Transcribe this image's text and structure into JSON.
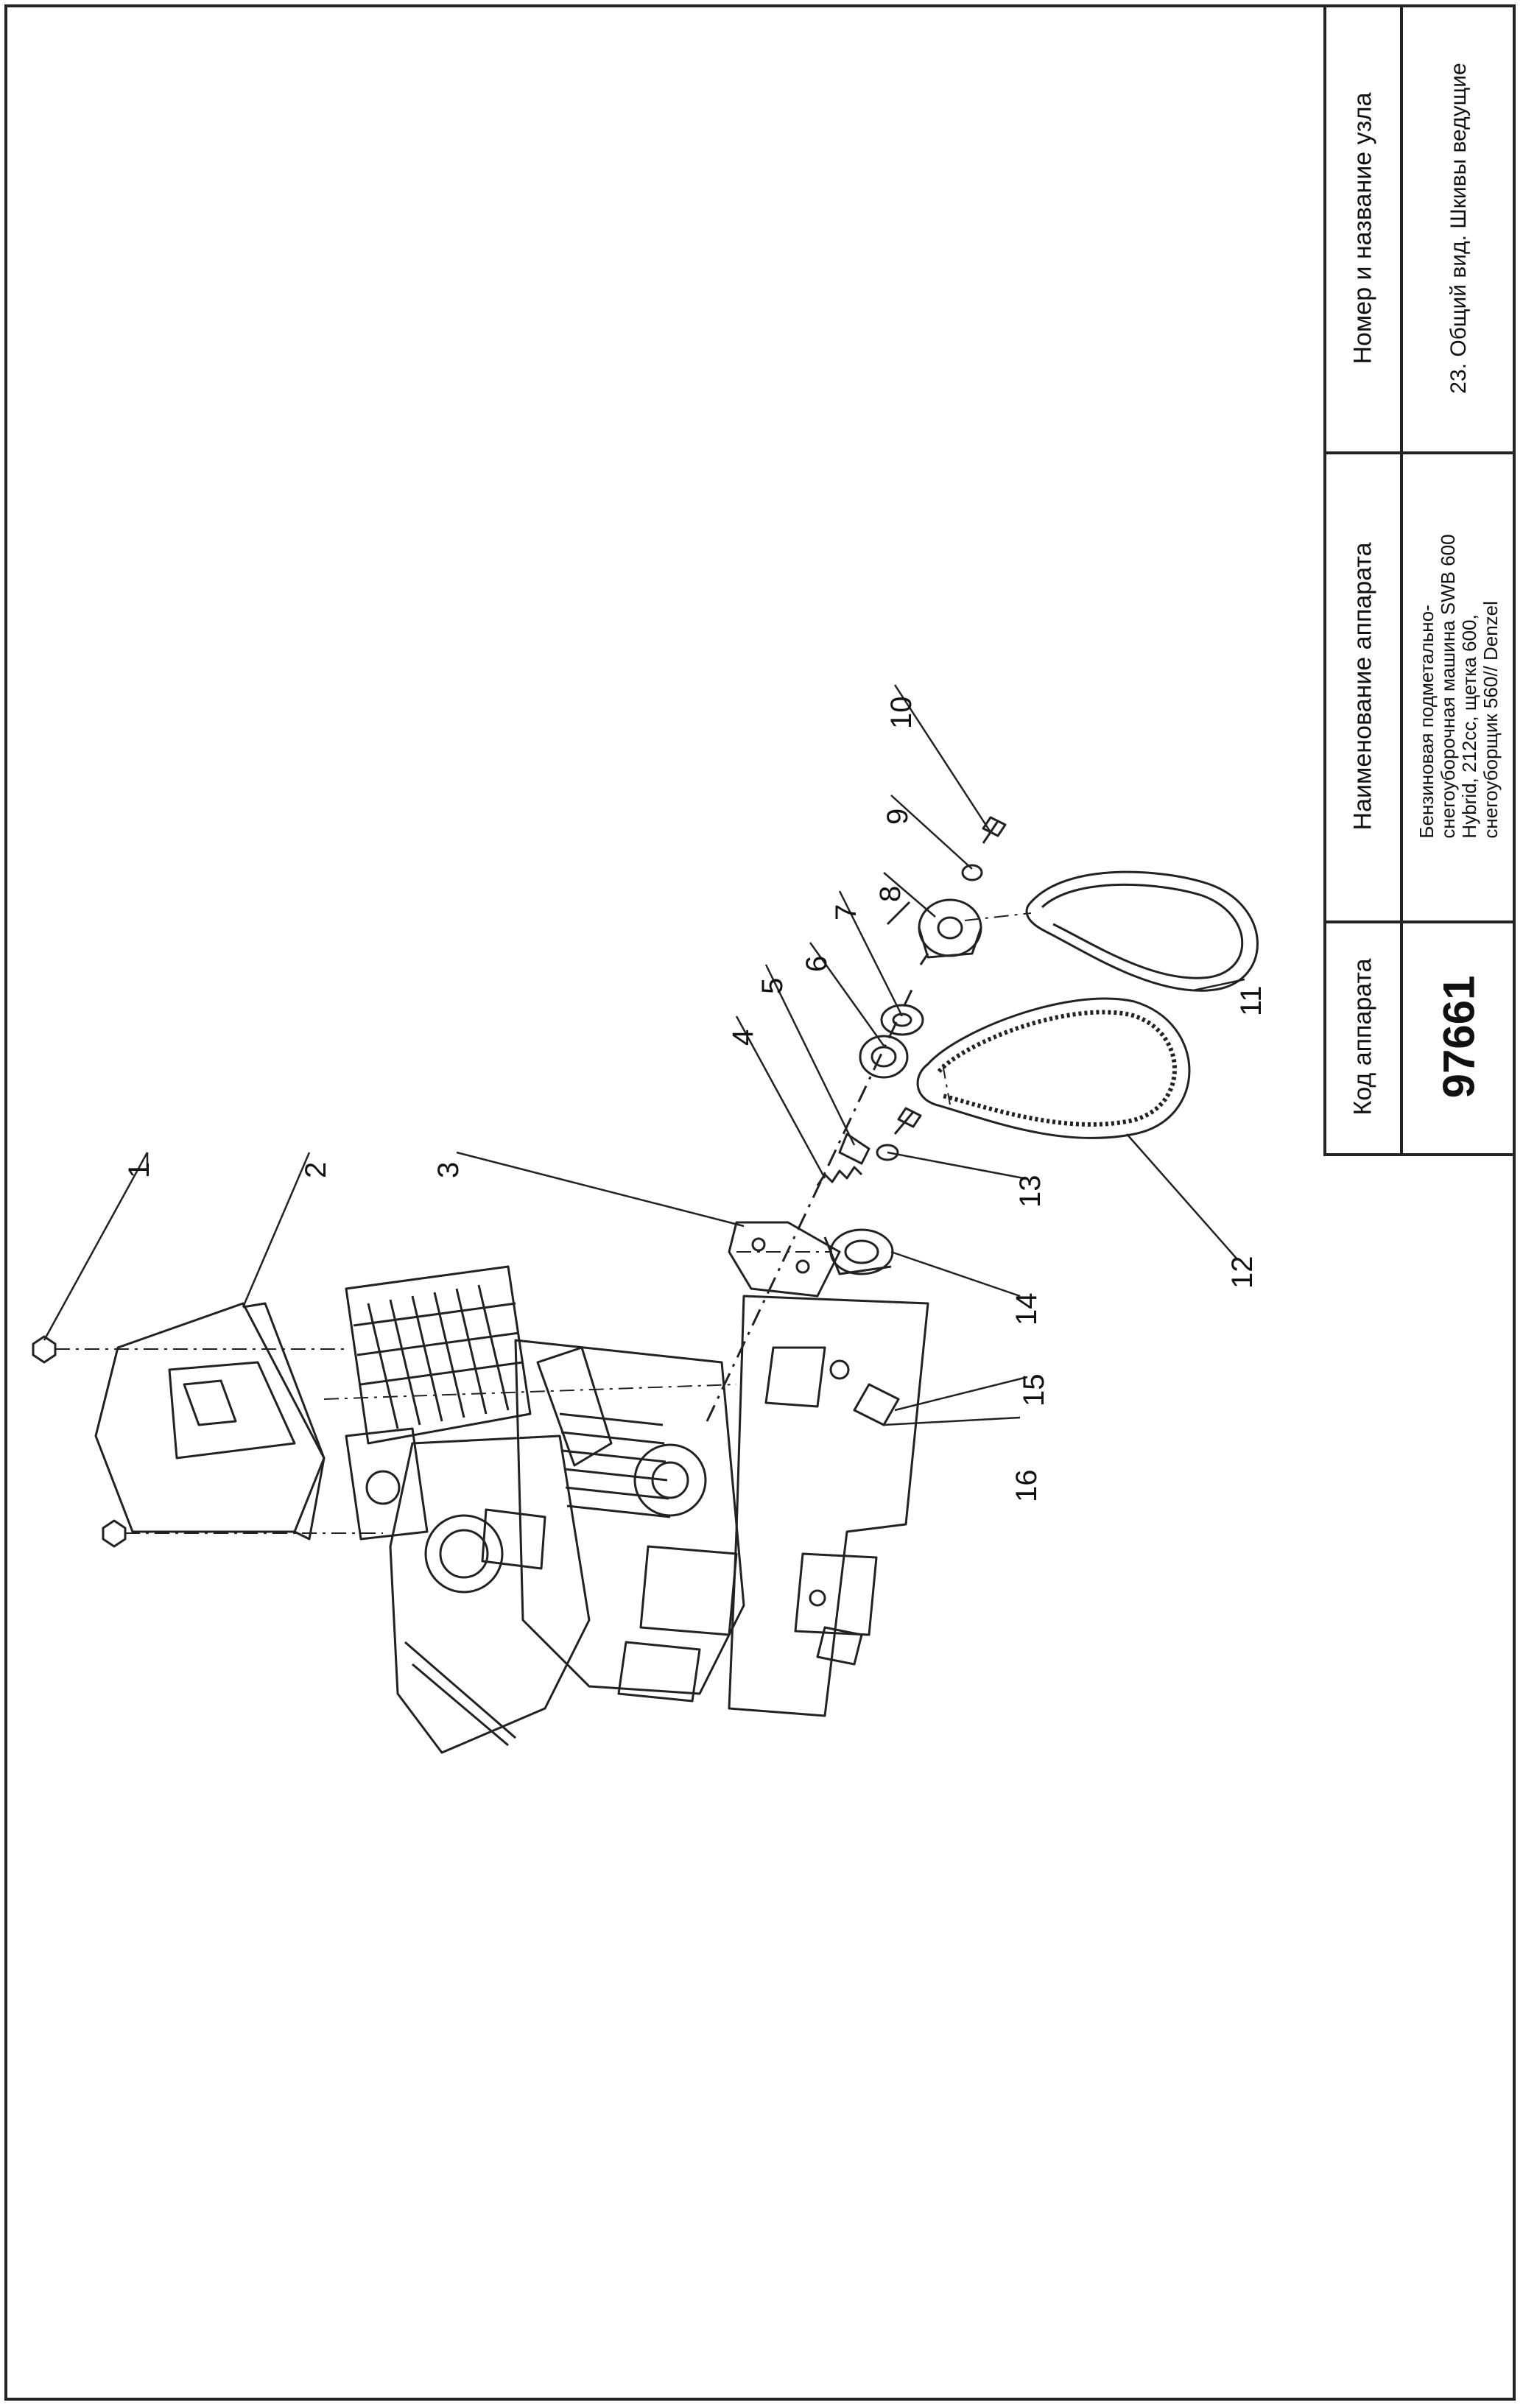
{
  "title_block": {
    "code_header": "Код аппарата",
    "name_header": "Наименование аппарата",
    "node_header": "Номер и название узла",
    "code_value": "97661",
    "name_value": "Бензиновая подметально-\nснегоуборочная машина SWB 600\nHybrid, 212cc, щетка 600,\nснегоуборщик 560// Denzel",
    "node_value": "23. Общий вид. Шкивы ведущие"
  },
  "callouts": [
    "1",
    "2",
    "3",
    "4",
    "5",
    "6",
    "7",
    "8",
    "9",
    "10",
    "11",
    "12",
    "13",
    "14",
    "15",
    "16"
  ]
}
